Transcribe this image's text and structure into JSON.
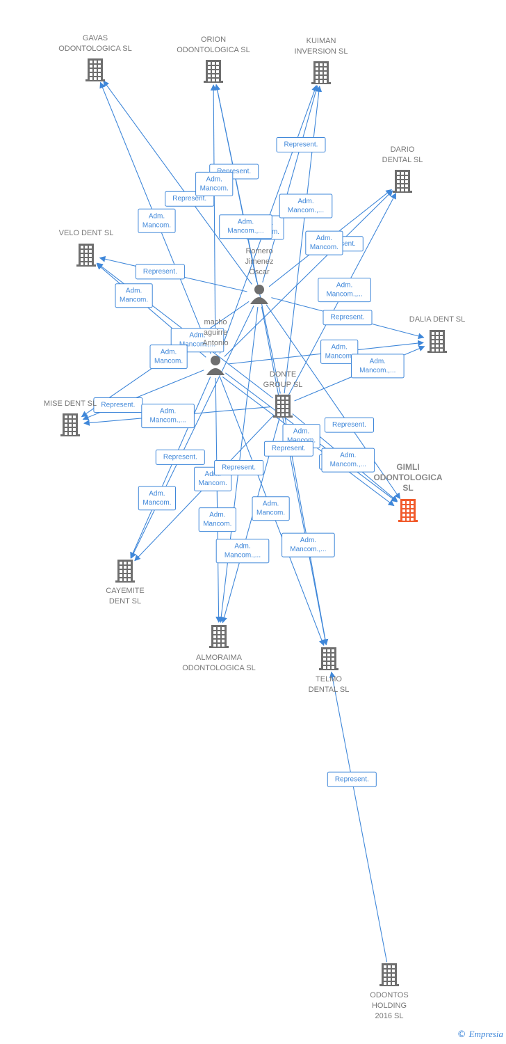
{
  "colors": {
    "edge": "#3f87d9",
    "company_icon": "#6e6e6e",
    "person_icon": "#6e6e6e",
    "highlight_icon": "#f15a2b",
    "label": "#777777"
  },
  "brand": {
    "copyright": "©",
    "name": "Empresia"
  },
  "nodes": [
    {
      "id": "gavas",
      "type": "company",
      "icon": "building-icon",
      "label": [
        "GAVAS",
        "ODONTOLOGICA SL"
      ]
    },
    {
      "id": "orion",
      "type": "company",
      "icon": "building-icon",
      "label": [
        "ORION",
        "ODONTOLOGICA SL"
      ]
    },
    {
      "id": "kuiman",
      "type": "company",
      "icon": "building-icon",
      "label": [
        "KUIMAN",
        "INVERSION SL"
      ]
    },
    {
      "id": "dario",
      "type": "company",
      "icon": "building-icon",
      "label": [
        "DARIO",
        "DENTAL SL"
      ]
    },
    {
      "id": "velo",
      "type": "company",
      "icon": "building-icon",
      "label": [
        "VELO DENT SL"
      ]
    },
    {
      "id": "romero",
      "type": "person",
      "icon": "person-icon",
      "label": [
        "Romero",
        "Jimenez",
        "Oscar"
      ]
    },
    {
      "id": "dalia",
      "type": "company",
      "icon": "building-icon",
      "label": [
        "DALIA DENT SL"
      ]
    },
    {
      "id": "camacho",
      "type": "person",
      "icon": "person-icon",
      "label": [
        "macho",
        "aguirre",
        "Antonio"
      ]
    },
    {
      "id": "donte",
      "type": "company",
      "icon": "building-icon",
      "label": [
        "DONTE",
        "GROUP  SL"
      ]
    },
    {
      "id": "mise",
      "type": "company",
      "icon": "building-icon",
      "label": [
        "MISE DENT SL"
      ]
    },
    {
      "id": "gimli",
      "type": "company",
      "icon": "building-icon",
      "highlight": true,
      "label": [
        "GIMLI",
        "ODONTOLOGICA",
        "SL"
      ]
    },
    {
      "id": "cayemite",
      "type": "company",
      "icon": "building-icon",
      "label": [
        "CAYEMITE",
        "DENT SL"
      ]
    },
    {
      "id": "almoraima",
      "type": "company",
      "icon": "building-icon",
      "label": [
        "ALMORAIMA",
        "ODONTOLOGICA SL"
      ]
    },
    {
      "id": "telmo",
      "type": "company",
      "icon": "building-icon",
      "label": [
        "TELMO",
        "DENTAL SL"
      ]
    },
    {
      "id": "odontos",
      "type": "company",
      "icon": "building-icon",
      "label": [
        "ODONTOS",
        "HOLDING",
        "2016  SL"
      ]
    }
  ],
  "edges": [
    {
      "from": "romero",
      "to": "gavas",
      "label": [
        "Represent."
      ]
    },
    {
      "from": "camacho",
      "to": "gavas",
      "label": [
        "Adm.",
        "Mancom."
      ]
    },
    {
      "from": "romero",
      "to": "orion",
      "label": [
        "Represent."
      ]
    },
    {
      "from": "camacho",
      "to": "orion",
      "label": [
        "Adm.",
        "Mancom."
      ]
    },
    {
      "from": "romero",
      "to": "kuiman",
      "label": [
        "Represent."
      ]
    },
    {
      "from": "camacho",
      "to": "kuiman",
      "label": [
        "Adm.",
        "Mancom."
      ]
    },
    {
      "from": "donte",
      "to": "orion",
      "label": [
        "Adm.",
        "Mancom.,..."
      ]
    },
    {
      "from": "donte",
      "to": "kuiman",
      "label": [
        "Adm.",
        "Mancom.,..."
      ]
    },
    {
      "from": "camacho",
      "to": "dario",
      "label": [
        "Represent."
      ]
    },
    {
      "from": "romero",
      "to": "dario",
      "label": [
        "Adm.",
        "Mancom."
      ]
    },
    {
      "from": "donte",
      "to": "dario",
      "label": [
        "Adm.",
        "Mancom.,..."
      ]
    },
    {
      "from": "romero",
      "to": "velo",
      "label": [
        "Represent."
      ]
    },
    {
      "from": "camacho",
      "to": "velo",
      "label": [
        "Adm.",
        "Mancom."
      ]
    },
    {
      "from": "donte",
      "to": "velo",
      "label": [
        "Adm.",
        "Mancom.,..."
      ]
    },
    {
      "from": "romero",
      "to": "dalia",
      "label": [
        "Represent."
      ]
    },
    {
      "from": "camacho",
      "to": "dalia",
      "label": [
        "Adm.",
        "Mancom."
      ]
    },
    {
      "from": "donte",
      "to": "dalia",
      "label": [
        "Adm.",
        "Mancom.,..."
      ]
    },
    {
      "from": "camacho",
      "to": "mise",
      "label": [
        "Represent."
      ]
    },
    {
      "from": "romero",
      "to": "mise",
      "label": [
        "Adm.",
        "Mancom."
      ]
    },
    {
      "from": "donte",
      "to": "mise",
      "label": [
        "Adm.",
        "Mancom.,..."
      ]
    },
    {
      "from": "romero",
      "to": "gimli",
      "label": [
        "Represent."
      ]
    },
    {
      "from": "camacho",
      "to": "gimli",
      "label": [
        "Represent."
      ]
    },
    {
      "from": "camacho",
      "to": "gimli",
      "label": [
        "Adm.",
        "Mancom."
      ]
    },
    {
      "from": "donte",
      "to": "gimli",
      "label": [
        "Adm.",
        "Mancom.,..."
      ]
    },
    {
      "from": "romero",
      "to": "cayemite",
      "label": [
        "Represent."
      ]
    },
    {
      "from": "camacho",
      "to": "cayemite",
      "label": [
        "Adm.",
        "Mancom."
      ]
    },
    {
      "from": "donte",
      "to": "cayemite",
      "label": [
        "Adm.",
        "Mancom."
      ]
    },
    {
      "from": "romero",
      "to": "almoraima",
      "label": [
        "Represent."
      ]
    },
    {
      "from": "camacho",
      "to": "almoraima",
      "label": [
        "Adm.",
        "Mancom."
      ]
    },
    {
      "from": "donte",
      "to": "almoraima",
      "label": [
        "Adm.",
        "Mancom.,..."
      ]
    },
    {
      "from": "romero",
      "to": "telmo",
      "label": [
        "Represent."
      ]
    },
    {
      "from": "camacho",
      "to": "telmo",
      "label": [
        "Adm.",
        "Mancom."
      ]
    },
    {
      "from": "donte",
      "to": "telmo",
      "label": [
        "Adm.",
        "Mancom.,..."
      ]
    },
    {
      "from": "odontos",
      "to": "telmo",
      "label": [
        "Represent."
      ]
    }
  ]
}
